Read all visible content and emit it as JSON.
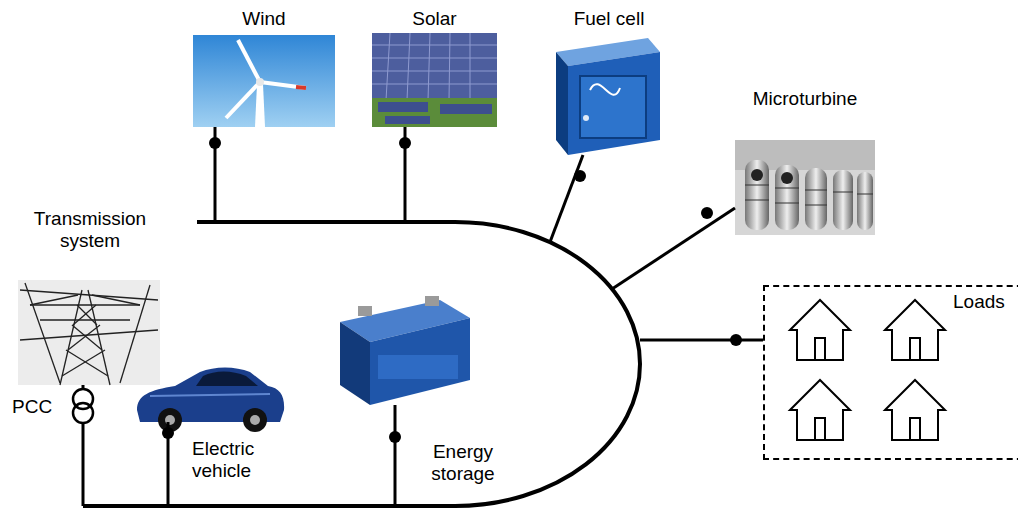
{
  "diagram": {
    "nodes": [
      {
        "text": [
          "Wind"
        ]
      },
      {
        "text": [
          "Solar"
        ]
      },
      {
        "text": [
          "Fuel cell"
        ]
      },
      {
        "text": [
          "Microturbine"
        ]
      },
      {
        "text": [
          "Transmission system"
        ]
      },
      {
        "text": [
          "Loads"
        ]
      },
      {
        "text": [
          "Electric vehicle"
        ]
      },
      {
        "text": [
          "Energy storage"
        ]
      }
    ],
    "labels": [
      "PCC"
    ]
  }
}
